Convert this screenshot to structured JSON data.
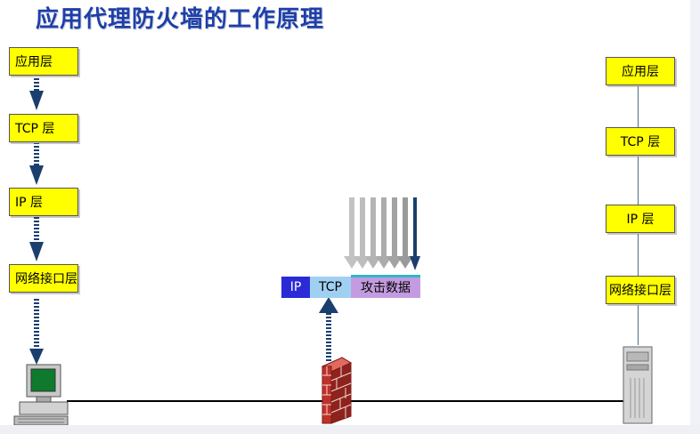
{
  "title": "应用代理防火墙的工作原理",
  "left_stack": {
    "application": "应用层",
    "tcp": "TCP 层",
    "ip": "IP 层",
    "netif": "网络接口层"
  },
  "right_stack": {
    "application": "应用层",
    "tcp": "TCP 层",
    "ip": "IP 层",
    "netif": "网络接口层"
  },
  "packet": {
    "ip": "IP",
    "tcp": "TCP",
    "attack": "攻击数据"
  },
  "colors": {
    "title": "#1f3fa8",
    "layer_box": "#ffff00",
    "arrow": "#1a3f6e",
    "packet_ip": "#2a2ad6",
    "packet_tcp": "#9fd0f2",
    "packet_attack": "#c39be0",
    "firewall_brick": "#c0302a"
  }
}
